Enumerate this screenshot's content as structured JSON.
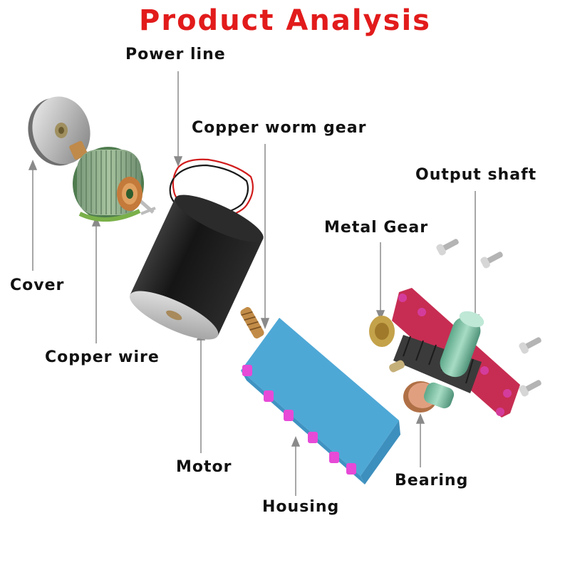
{
  "title": "Product Analysis",
  "colors": {
    "title": "#e21b1b",
    "leader_line": "#8a8a8a",
    "motor_body": "#1d1d1d",
    "housing": "#5bb2de",
    "flange": "#c72d52",
    "copper": "#c47a3a",
    "shaft": "#6fb89a",
    "wire_red": "#d11c1c"
  },
  "labels": {
    "power_line": "Power line",
    "copper_worm_gear": "Copper worm gear",
    "output_shaft": "Output shaft",
    "metal_gear": "Metal Gear",
    "cover": "Cover",
    "copper_wire": "Copper wire",
    "motor": "Motor",
    "housing": "Housing",
    "bearing": "Bearing"
  },
  "icons": [
    "cover-disc",
    "rotor-armature",
    "power-wires",
    "motor-can",
    "worm-gear",
    "gearbox-housing",
    "metal-gear-plate",
    "output-shaft",
    "bearing",
    "screw"
  ]
}
